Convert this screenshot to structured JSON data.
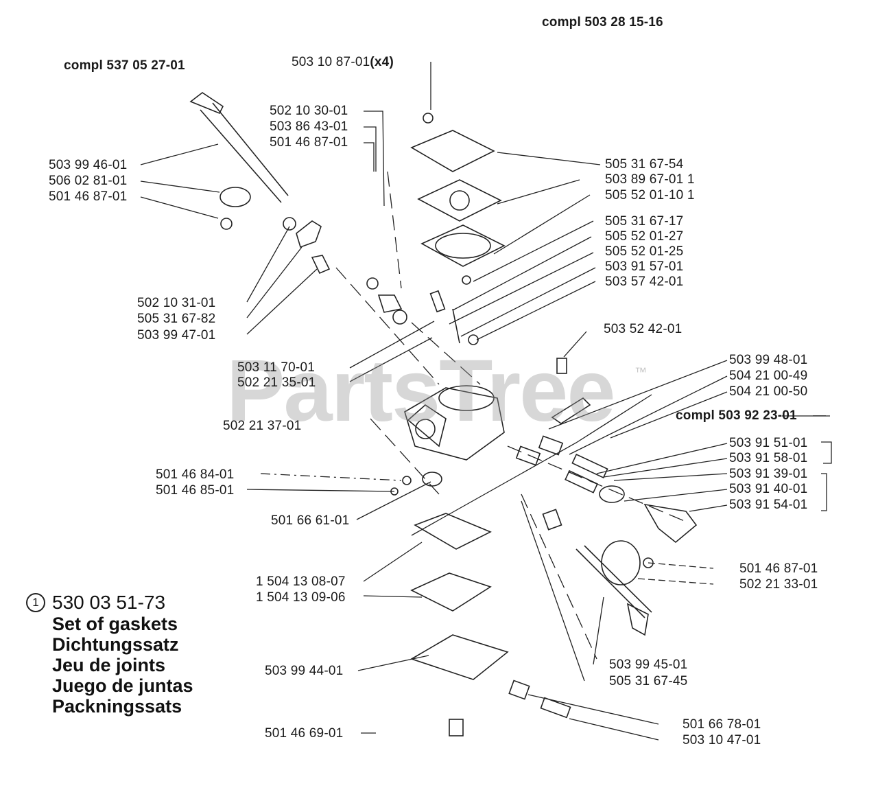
{
  "diagram": {
    "compl_top": "compl 503 28 15-16",
    "compl_left": "compl 537 05 27-01",
    "compl_right": "compl 503 92 23-01",
    "parts": {
      "p5031087": "503 10 87-01",
      "p5031087_qty": "(x4)",
      "p5021030": "502 10 30-01",
      "p5038643": "503 86 43-01",
      "p5014687a": "501 46 87-01",
      "p5039946": "503 99 46-01",
      "p5060281": "506 02 81-01",
      "p5014687b": "501 46 87-01",
      "p5053167_54": "505 31 67-54",
      "p5038967": "503 89 67-01",
      "p5038967_ref": "1",
      "p5055201_10": "505 52 01-10",
      "p5055201_10_ref": "1",
      "p5053167_17": "505 31 67-17",
      "p5055201_27": "505 52 01-27",
      "p5055201_25": "505 52 01-25",
      "p5039157": "503 91 57-01",
      "p5035742": "503 57 42-01",
      "p5021031": "502 10 31-01",
      "p5053167_82": "505 31 67-82",
      "p5039947": "503 99 47-01",
      "p5035242": "503 52 42-01",
      "p5031170": "503 11 70-01",
      "p5022135": "502 21 35-01",
      "p5039948": "503 99 48-01",
      "p5042100_49": "504 21 00-49",
      "p5042100_50": "504 21 00-50",
      "p5022137": "502 21 37-01",
      "p5039151": "503 91 51-01",
      "p5039158": "503 91 58-01",
      "p5039139": "503 91 39-01",
      "p5039140": "503 91 40-01",
      "p5039154": "503 91 54-01",
      "p5014684": "501 46 84-01",
      "p5014685": "501 46 85-01",
      "p5016661": "501 66 61-01",
      "p5014687c": "501 46 87-01",
      "p5022133": "502 21 33-01",
      "p5041308": "1 504 13 08-07",
      "p5041309": "1 504 13 09-06",
      "p5039944": "503 99 44-01",
      "p5039945": "503 99 45-01",
      "p5053167_45": "505 31 67-45",
      "p5014669": "501 46 69-01",
      "p5016678": "501 66 78-01",
      "p5031047": "503 10 47-01"
    },
    "legend": {
      "ref": "1",
      "number": "530 03 51-73",
      "names": [
        "Set of gaskets",
        "Dichtungssatz",
        "Jeu de joints",
        "Juego de juntas",
        "Packningssats"
      ]
    },
    "watermark": "PartsTree",
    "watermark_mark": "™"
  }
}
